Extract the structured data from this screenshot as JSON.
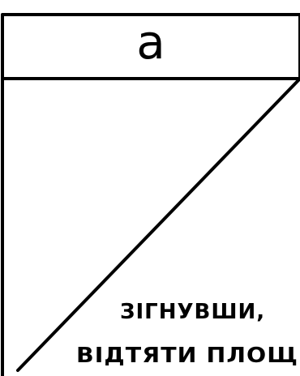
{
  "diagram": {
    "strip_label": "a",
    "caption_line1": "ЗІГНУВШИ,",
    "caption_line2": "ВІДТЯТИ ПЛОЩ"
  }
}
